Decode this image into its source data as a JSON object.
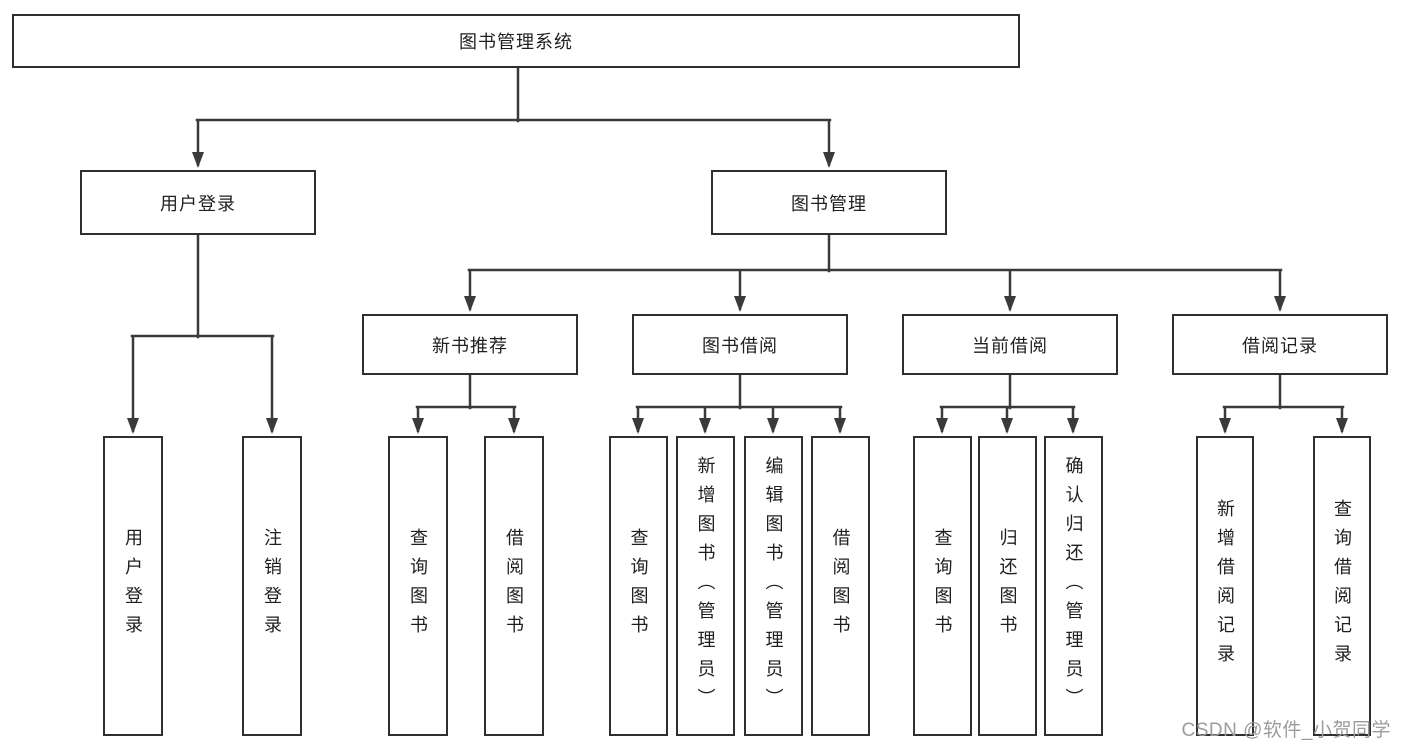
{
  "tree": {
    "root": {
      "label": "图书管理系统"
    },
    "children": [
      {
        "label": "用户登录",
        "children": [
          {
            "label": "用户登录"
          },
          {
            "label": "注销登录"
          }
        ]
      },
      {
        "label": "图书管理",
        "children": [
          {
            "label": "新书推荐",
            "children": [
              {
                "label": "查询图书"
              },
              {
                "label": "借阅图书"
              }
            ]
          },
          {
            "label": "图书借阅",
            "children": [
              {
                "label": "查询图书"
              },
              {
                "label": "新增图书（管理员）"
              },
              {
                "label": "编辑图书（管理员）"
              },
              {
                "label": "借阅图书"
              }
            ]
          },
          {
            "label": "当前借阅",
            "children": [
              {
                "label": "查询图书"
              },
              {
                "label": "归还图书"
              },
              {
                "label": "确认归还（管理员）"
              }
            ]
          },
          {
            "label": "借阅记录",
            "children": [
              {
                "label": "新增借阅记录"
              },
              {
                "label": "查询借阅记录"
              }
            ]
          }
        ]
      }
    ]
  },
  "watermark": {
    "text": "CSDN @软件_小贺同学"
  },
  "colors": {
    "line": "#3a3a3a",
    "border": "#2f2f2f",
    "text": "#1f1f1f",
    "watermark": "#9c9c9c",
    "background": "#ffffff"
  }
}
